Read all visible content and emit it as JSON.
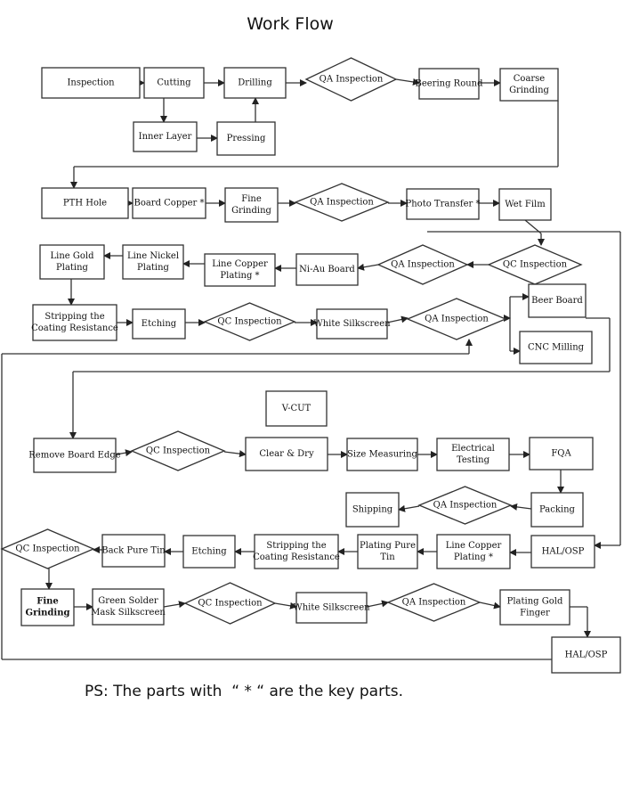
{
  "title": "Work Flow",
  "note": "PS: The parts with  “ * “ are the key parts.",
  "nodes": [
    {
      "id": "n1",
      "shape": "rect",
      "lines": [
        "Inspection"
      ]
    },
    {
      "id": "n2",
      "shape": "rect",
      "lines": [
        "Cutting"
      ]
    },
    {
      "id": "n3",
      "shape": "rect",
      "lines": [
        "Drilling"
      ]
    },
    {
      "id": "n4",
      "shape": "diamond",
      "lines": [
        "QA Inspection"
      ]
    },
    {
      "id": "n5",
      "shape": "rect",
      "lines": [
        "Beering Round"
      ]
    },
    {
      "id": "n6",
      "shape": "rect",
      "lines": [
        "Coarse",
        "Grinding"
      ]
    },
    {
      "id": "n7",
      "shape": "rect",
      "lines": [
        "Inner Layer"
      ]
    },
    {
      "id": "n8",
      "shape": "rect",
      "lines": [
        "Pressing"
      ]
    },
    {
      "id": "n9",
      "shape": "rect",
      "lines": [
        "PTH Hole"
      ]
    },
    {
      "id": "n10",
      "shape": "rect",
      "lines": [
        "Board Copper *"
      ]
    },
    {
      "id": "n11",
      "shape": "rect",
      "lines": [
        "Fine",
        "Grinding"
      ]
    },
    {
      "id": "n12",
      "shape": "diamond",
      "lines": [
        "QA Inspection"
      ]
    },
    {
      "id": "n13",
      "shape": "rect",
      "lines": [
        "Photo Transfer *"
      ]
    },
    {
      "id": "n14",
      "shape": "rect",
      "lines": [
        "Wet Film"
      ]
    },
    {
      "id": "n15",
      "shape": "rect",
      "lines": [
        "Line Gold",
        "Plating"
      ]
    },
    {
      "id": "n16",
      "shape": "rect",
      "lines": [
        "Line Nickel",
        "Plating"
      ]
    },
    {
      "id": "n17",
      "shape": "rect",
      "lines": [
        "Line Copper",
        "Plating *"
      ]
    },
    {
      "id": "n18",
      "shape": "rect",
      "lines": [
        "Ni-Au Board"
      ]
    },
    {
      "id": "n19",
      "shape": "diamond",
      "lines": [
        "QA Inspection"
      ]
    },
    {
      "id": "n20",
      "shape": "diamond",
      "lines": [
        "QC Inspection"
      ]
    },
    {
      "id": "n21",
      "shape": "rect",
      "lines": [
        "Stripping the",
        "Coating Resistance"
      ]
    },
    {
      "id": "n22",
      "shape": "rect",
      "lines": [
        "Etching"
      ]
    },
    {
      "id": "n23",
      "shape": "diamond",
      "lines": [
        "QC Inspection"
      ]
    },
    {
      "id": "n24",
      "shape": "rect",
      "lines": [
        "White Silkscreen"
      ]
    },
    {
      "id": "n25",
      "shape": "diamond",
      "lines": [
        "QA Inspection"
      ]
    },
    {
      "id": "n26",
      "shape": "rect",
      "lines": [
        "Beer Board"
      ]
    },
    {
      "id": "n27",
      "shape": "rect",
      "lines": [
        "CNC Milling"
      ]
    },
    {
      "id": "n28",
      "shape": "rect",
      "lines": [
        "V-CUT"
      ]
    },
    {
      "id": "n29",
      "shape": "rect",
      "lines": [
        "Remove Board Edge"
      ]
    },
    {
      "id": "n30",
      "shape": "diamond",
      "lines": [
        "QC Inspection"
      ]
    },
    {
      "id": "n31",
      "shape": "rect",
      "lines": [
        "Clear & Dry"
      ]
    },
    {
      "id": "n32",
      "shape": "rect",
      "lines": [
        "Size Measuring"
      ]
    },
    {
      "id": "n33",
      "shape": "rect",
      "lines": [
        "Electrical",
        "Testing"
      ]
    },
    {
      "id": "n34",
      "shape": "rect",
      "lines": [
        "FQA"
      ]
    },
    {
      "id": "n35",
      "shape": "rect",
      "lines": [
        "Shipping"
      ]
    },
    {
      "id": "n36",
      "shape": "diamond",
      "lines": [
        "QA Inspection"
      ]
    },
    {
      "id": "n37",
      "shape": "rect",
      "lines": [
        "Packing"
      ]
    },
    {
      "id": "n38",
      "shape": "diamond",
      "lines": [
        "QC Inspection"
      ]
    },
    {
      "id": "n39",
      "shape": "rect",
      "lines": [
        "Back Pure Tin"
      ]
    },
    {
      "id": "n40",
      "shape": "rect",
      "lines": [
        "Etching"
      ]
    },
    {
      "id": "n41",
      "shape": "rect",
      "lines": [
        "Stripping the",
        "Coating Resistance"
      ]
    },
    {
      "id": "n42",
      "shape": "rect",
      "lines": [
        "Plating Pure",
        "Tin"
      ]
    },
    {
      "id": "n43",
      "shape": "rect",
      "lines": [
        "Line Copper",
        "Plating *"
      ]
    },
    {
      "id": "n44",
      "shape": "rect",
      "lines": [
        "HAL/OSP"
      ]
    },
    {
      "id": "n45",
      "shape": "rect",
      "lines": [
        "Fine",
        "Grinding"
      ],
      "bold": true
    },
    {
      "id": "n46",
      "shape": "rect",
      "lines": [
        "Green Solder",
        "Mask Silkscreen"
      ]
    },
    {
      "id": "n47",
      "shape": "diamond",
      "lines": [
        "QC Inspection"
      ]
    },
    {
      "id": "n48",
      "shape": "rect",
      "lines": [
        "White Silkscreen"
      ]
    },
    {
      "id": "n49",
      "shape": "diamond",
      "lines": [
        "QA Inspection"
      ]
    },
    {
      "id": "n50",
      "shape": "rect",
      "lines": [
        "Plating Gold",
        "Finger"
      ]
    },
    {
      "id": "n51",
      "shape": "rect",
      "lines": [
        "HAL/OSP"
      ]
    }
  ]
}
